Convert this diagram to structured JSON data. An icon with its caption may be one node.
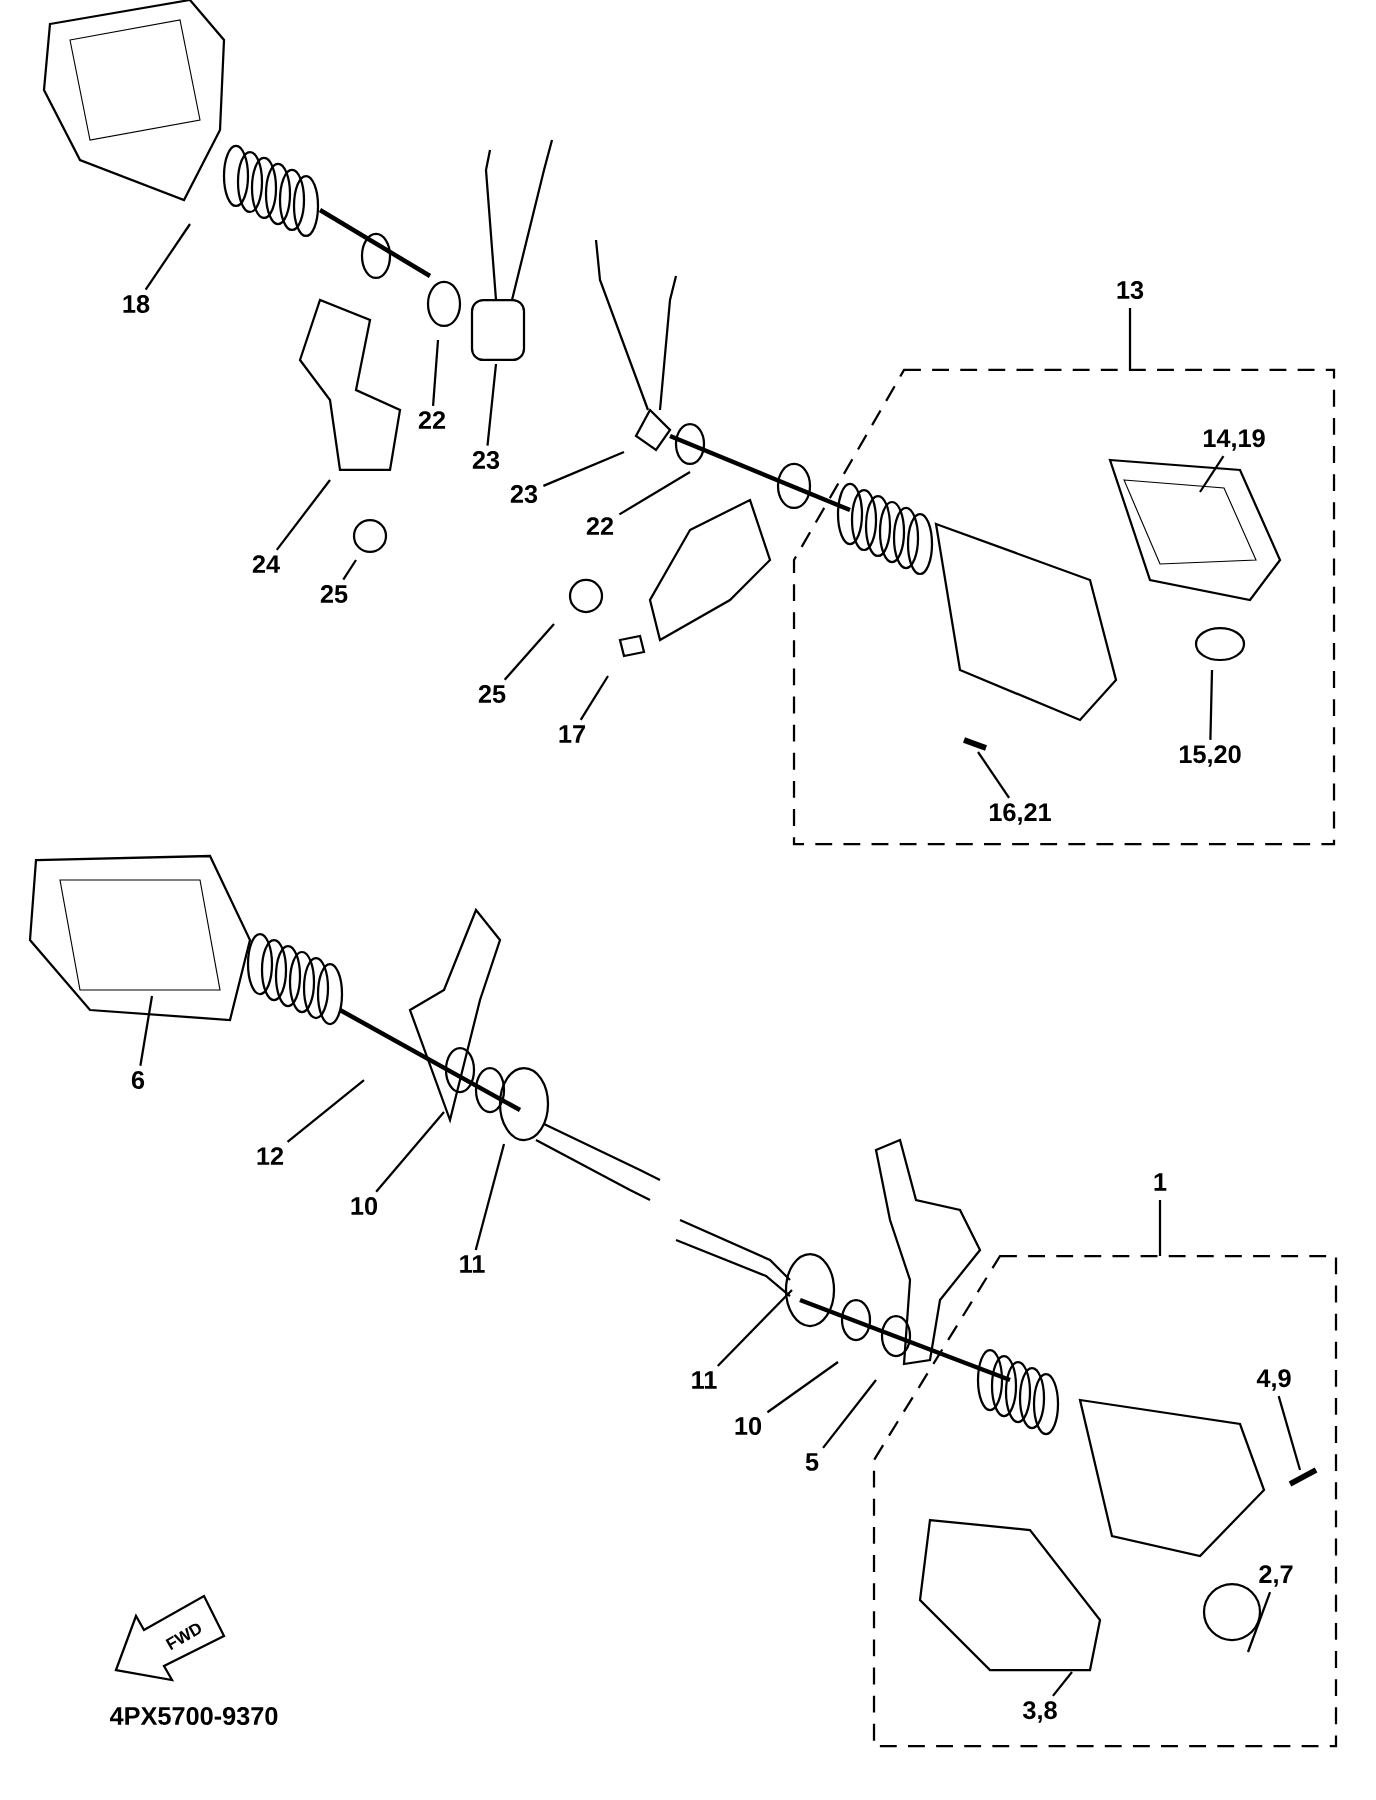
{
  "diagram": {
    "nodes": [
      {
        "text": [
          "18"
        ]
      },
      {
        "text": [
          "22"
        ]
      },
      {
        "text": [
          "23"
        ]
      },
      {
        "text": [
          "24"
        ]
      },
      {
        "text": [
          "25"
        ]
      },
      {
        "text": [
          "13"
        ]
      },
      {
        "text": [
          "14,19"
        ],
        "in": 5
      },
      {
        "text": [
          "23"
        ]
      },
      {
        "text": [
          "22"
        ]
      },
      {
        "text": [
          "25"
        ]
      },
      {
        "text": [
          "17"
        ]
      },
      {
        "text": [
          "15,20"
        ],
        "in": 5
      },
      {
        "text": [
          "16,21"
        ],
        "in": 5
      },
      {
        "text": [
          "6"
        ]
      },
      {
        "text": [
          "12"
        ]
      },
      {
        "text": [
          "10"
        ]
      },
      {
        "text": [
          "11"
        ]
      },
      {
        "text": [
          "1"
        ]
      },
      {
        "text": [
          "11"
        ]
      },
      {
        "text": [
          "10"
        ]
      },
      {
        "text": [
          "5"
        ]
      },
      {
        "text": [
          "4,9"
        ],
        "in": 17
      },
      {
        "text": [
          "2,7"
        ],
        "in": 17
      },
      {
        "text": [
          "3,8"
        ],
        "in": 17
      }
    ],
    "edges": [
      {
        "from": 0,
        "to": null,
        "arrow": "none"
      },
      {
        "from": 1,
        "to": null,
        "arrow": "none"
      },
      {
        "from": 2,
        "to": null,
        "arrow": "none"
      },
      {
        "from": 3,
        "to": null,
        "arrow": "none"
      },
      {
        "from": 4,
        "to": null,
        "arrow": "none"
      },
      {
        "from": 6,
        "to": null,
        "arrow": "none"
      },
      {
        "from": 7,
        "to": null,
        "arrow": "none"
      },
      {
        "from": 8,
        "to": null,
        "arrow": "none"
      },
      {
        "from": 9,
        "to": null,
        "arrow": "none"
      },
      {
        "from": 10,
        "to": null,
        "arrow": "none"
      },
      {
        "from": 11,
        "to": null,
        "arrow": "none"
      },
      {
        "from": 12,
        "to": null,
        "arrow": "none"
      },
      {
        "from": 13,
        "to": null,
        "arrow": "none"
      },
      {
        "from": 14,
        "to": null,
        "arrow": "none"
      },
      {
        "from": 15,
        "to": null,
        "arrow": "none"
      },
      {
        "from": 16,
        "to": null,
        "arrow": "none"
      },
      {
        "from": 18,
        "to": null,
        "arrow": "none"
      },
      {
        "from": 19,
        "to": null,
        "arrow": "none"
      },
      {
        "from": 20,
        "to": null,
        "arrow": "none"
      },
      {
        "from": 21,
        "to": null,
        "arrow": "none"
      },
      {
        "from": 22,
        "to": null,
        "arrow": "none"
      },
      {
        "from": 23,
        "to": null,
        "arrow": "none"
      }
    ],
    "labels": [
      "FWD",
      "4PX5700-9370"
    ]
  }
}
